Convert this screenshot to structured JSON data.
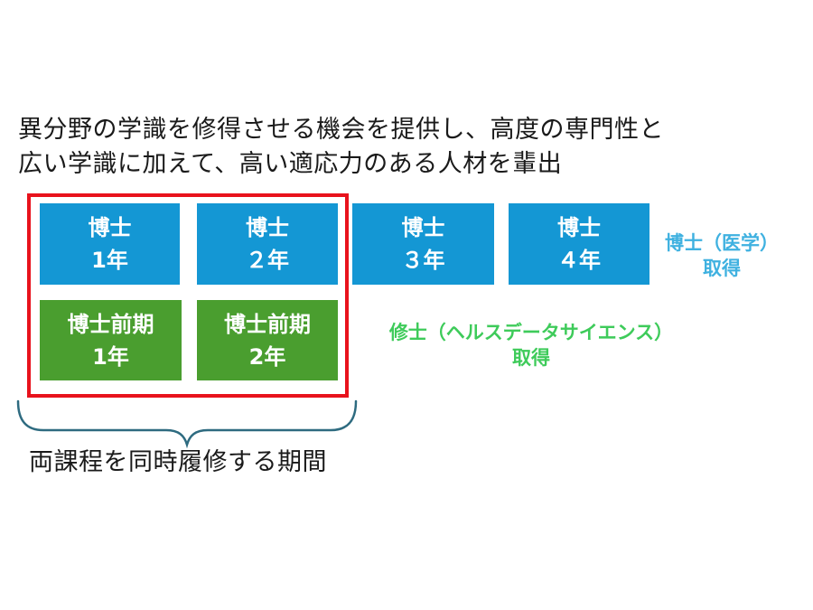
{
  "headline": {
    "line1": "異分野の学識を修得させる機会を提供し、高度の専門性と",
    "line2": "広い学識に加えて、高い適応力のある人材を輩出"
  },
  "doctoral_course": {
    "color": "#1497d4",
    "years": [
      {
        "title": "博士",
        "year": "1年"
      },
      {
        "title": "博士",
        "year": "２年"
      },
      {
        "title": "博士",
        "year": "３年"
      },
      {
        "title": "博士",
        "year": "４年"
      }
    ],
    "outcome_line1": "博士（医学）",
    "outcome_line2": "取得",
    "outcome_color": "#3fb1e0"
  },
  "master_course": {
    "color": "#4a9e2f",
    "years": [
      {
        "title": "博士前期",
        "year": "1年"
      },
      {
        "title": "博士前期",
        "year": "2年"
      }
    ],
    "outcome_line1": "修士（ヘルスデータサイエンス）",
    "outcome_line2": "取得",
    "outcome_color": "#3ecb5a"
  },
  "highlight": {
    "frame_color": "#e8121c",
    "brace_color": "#2e6b80",
    "caption": "両課程を同時履修する期間"
  }
}
